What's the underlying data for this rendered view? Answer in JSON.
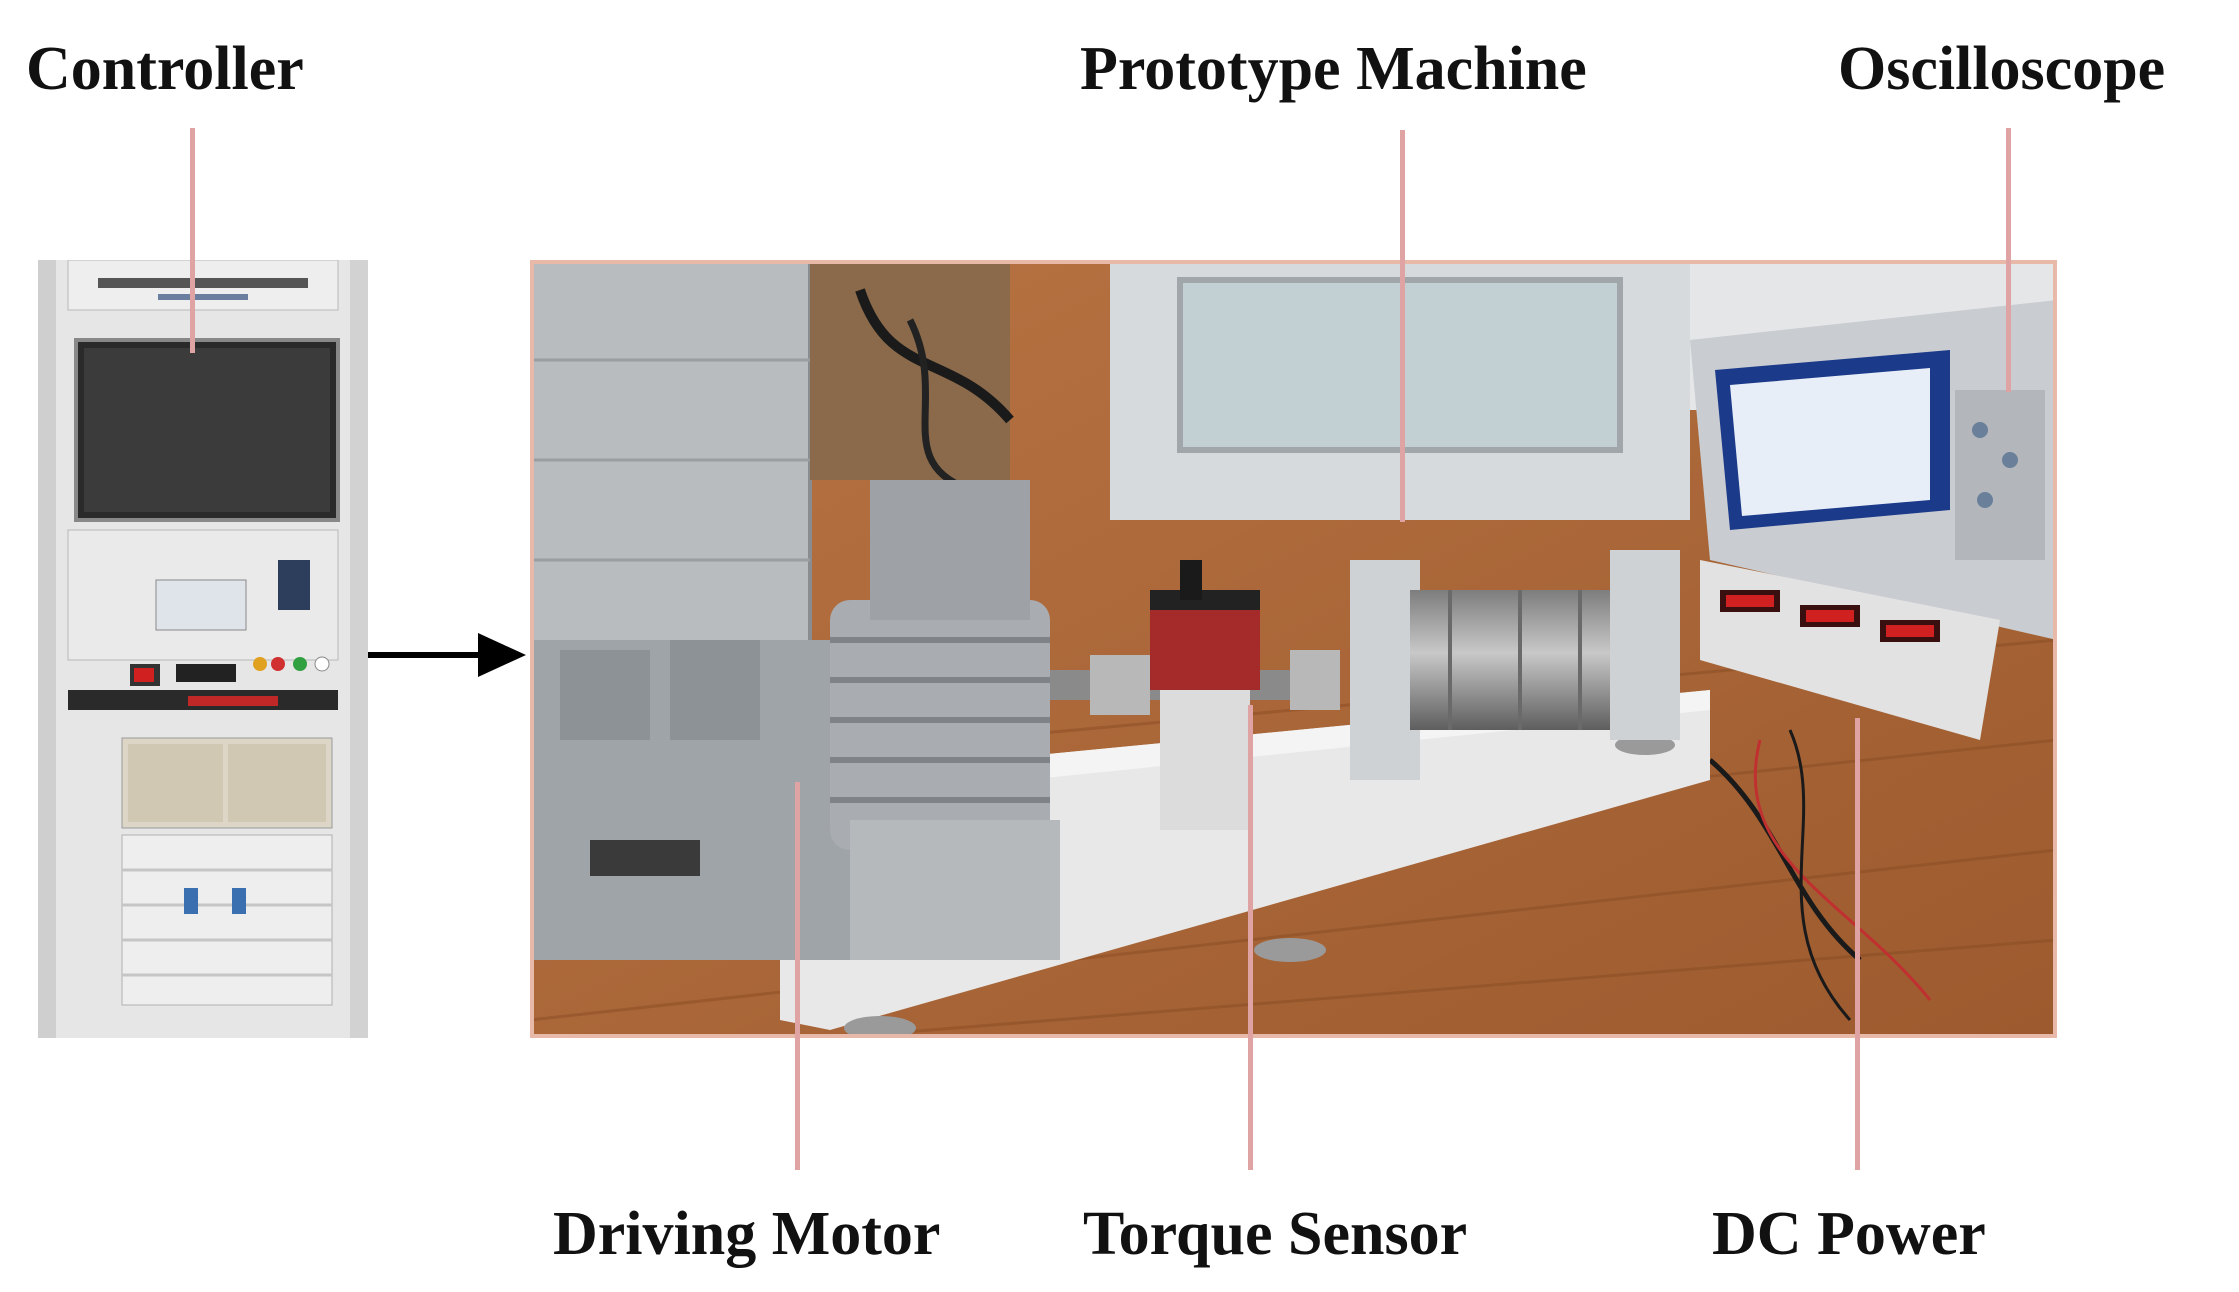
{
  "labels": {
    "controller": "Controller",
    "prototype_machine": "Prototype Machine",
    "oscilloscope": "Oscilloscope",
    "driving_motor": "Driving Motor",
    "torque_sensor": "Torque Sensor",
    "dc_power": "DC Power"
  },
  "colors": {
    "leader_line": "#e0a3a3",
    "floor": "#b06a38",
    "cabinet": "#dcdcdc",
    "motor": "#9fa4a8"
  }
}
